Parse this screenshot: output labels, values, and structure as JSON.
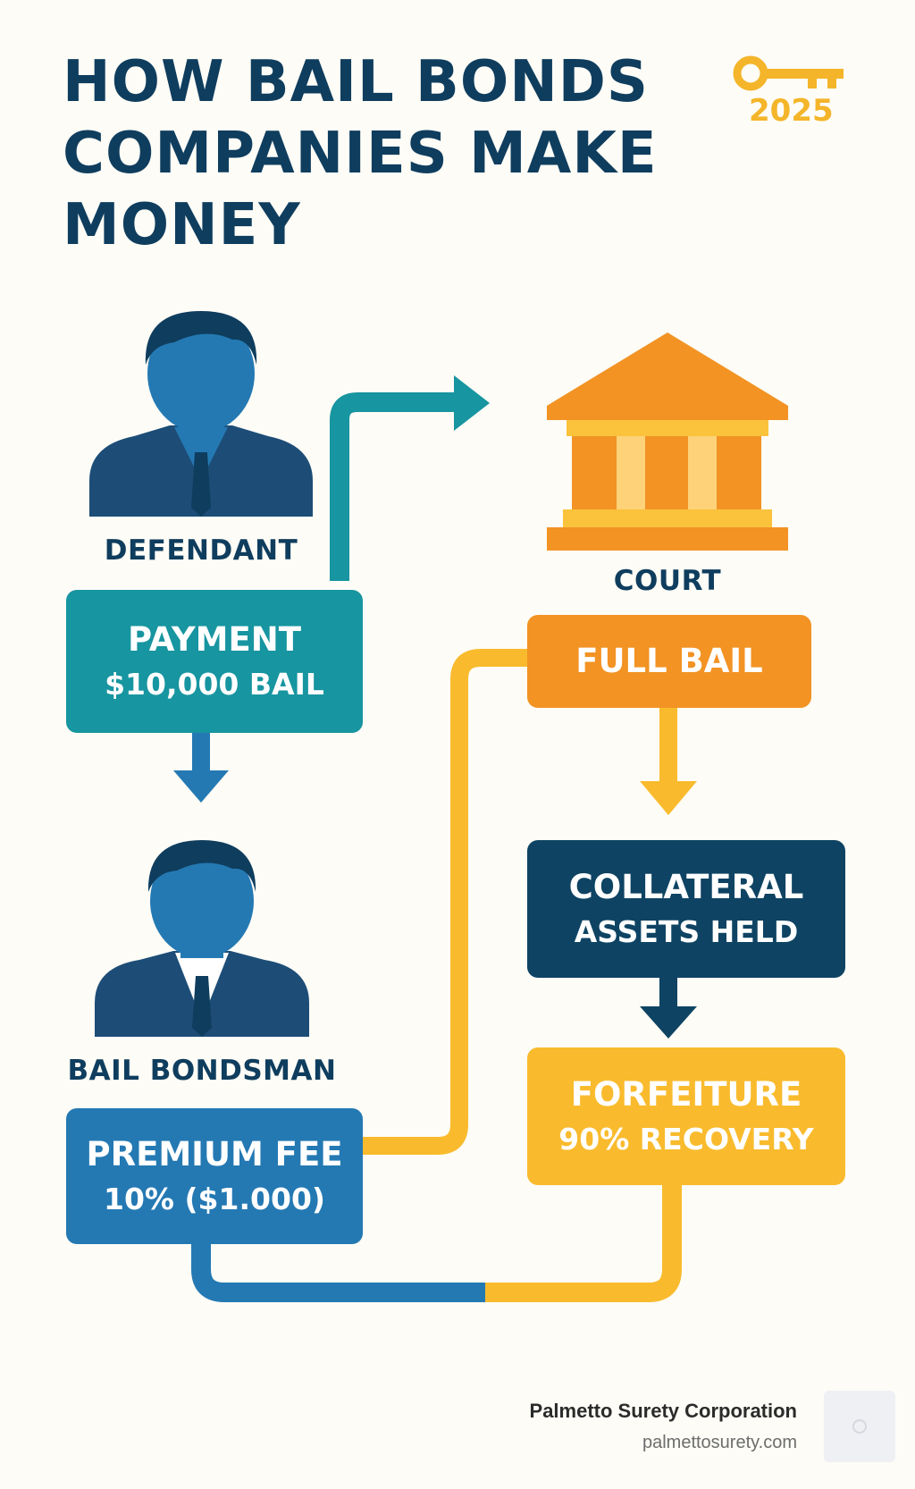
{
  "title": "HOW BAIL BONDS COMPANIES MAKE MONEY",
  "year": "2025",
  "key_icon": "key-icon",
  "colors": {
    "navy": "#0f3d5e",
    "teal": "#1795a0",
    "blue": "#2479b3",
    "orange": "#f29324",
    "yellow": "#f9bb2d",
    "dark_navy": "#0e4363"
  },
  "defendant": {
    "label": "DEFENDANT",
    "icon": "person-icon"
  },
  "court": {
    "label": "COURT",
    "icon": "courthouse-icon"
  },
  "bondsman": {
    "label": "BAIL BONDSMAN",
    "icon": "person-icon"
  },
  "payment": {
    "line1": "PAYMENT",
    "line2": "$10,000 BAIL"
  },
  "full_bail": {
    "line1": "FULL BAIL"
  },
  "collateral": {
    "line1": "COLLATERAL",
    "line2": "ASSETS HELD"
  },
  "premium": {
    "line1": "PREMIUM FEE",
    "line2": "10% ($1.000)"
  },
  "forfeiture": {
    "line1": "FORFEITURE",
    "line2": "90% RECOVERY"
  },
  "footer": {
    "company": "Palmetto Surety Corporation",
    "url": "palmettosurety.com"
  }
}
